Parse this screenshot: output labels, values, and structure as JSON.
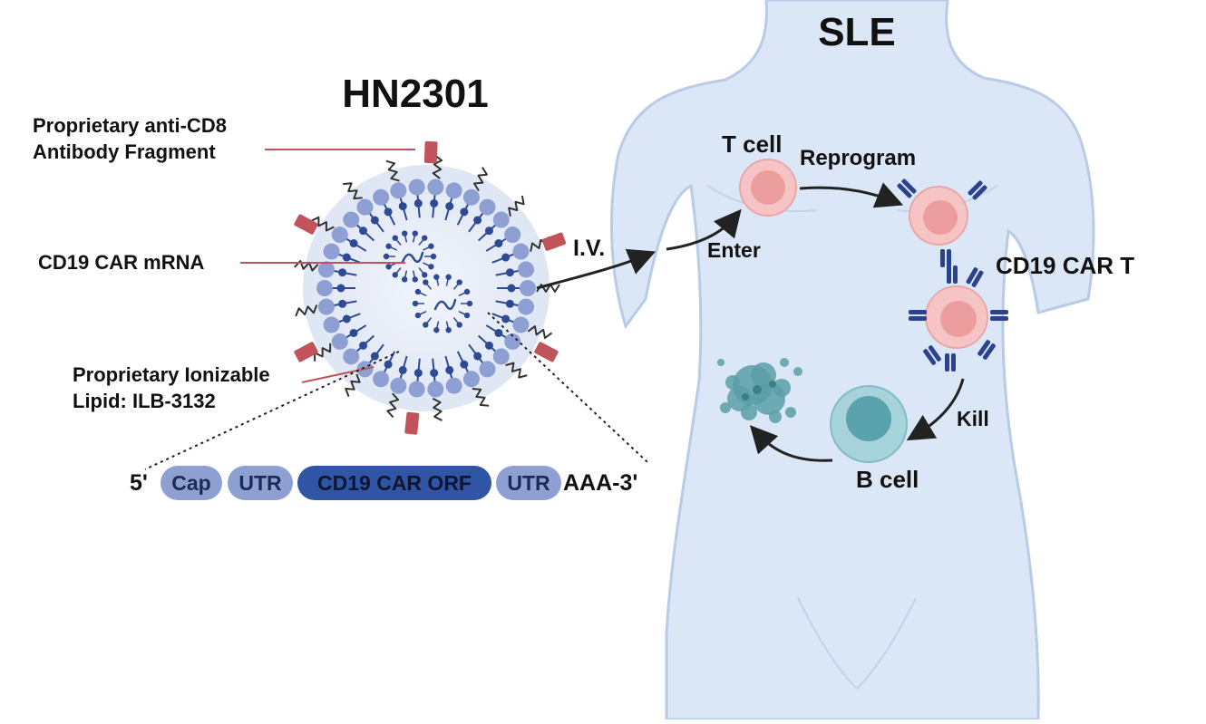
{
  "headings": {
    "drug_name": "HN2301",
    "disease": "SLE"
  },
  "lnp_labels": {
    "antibody_line1": "Proprietary anti-CD8",
    "antibody_line2": "Antibody Fragment",
    "mrna": "CD19 CAR mRNA",
    "lipid_line1": "Proprietary Ionizable",
    "lipid_line2": "Lipid: ILB-3132"
  },
  "construct": {
    "five_prime": "5'",
    "segments": [
      "Cap",
      "UTR",
      "CD19 CAR ORF",
      "UTR"
    ],
    "three_prime": "AAA-3'"
  },
  "pathway": {
    "route": "I.V.",
    "enter": "Enter",
    "t_cell": "T cell",
    "reprogram": "Reprogram",
    "car_t": "CD19 CAR T",
    "kill": "Kill",
    "b_cell": "B cell"
  },
  "colors": {
    "body_fill": "#dbe6f6",
    "body_stroke": "#b9cbe6",
    "lipid_head": "#8d9fd3",
    "lipid_tail": "#2f4a94",
    "antibody": "#c0545a",
    "construct_light": "#8ea0d2",
    "construct_dark": "#2f55a4",
    "t_cell": "#f6c4c4",
    "t_cell_nucleus": "#ec9e9f",
    "b_cell": "#a7d3da",
    "b_cell_nucleus": "#5aa2ad",
    "receptor": "#2b438f",
    "debris": "#5b9fa7"
  }
}
